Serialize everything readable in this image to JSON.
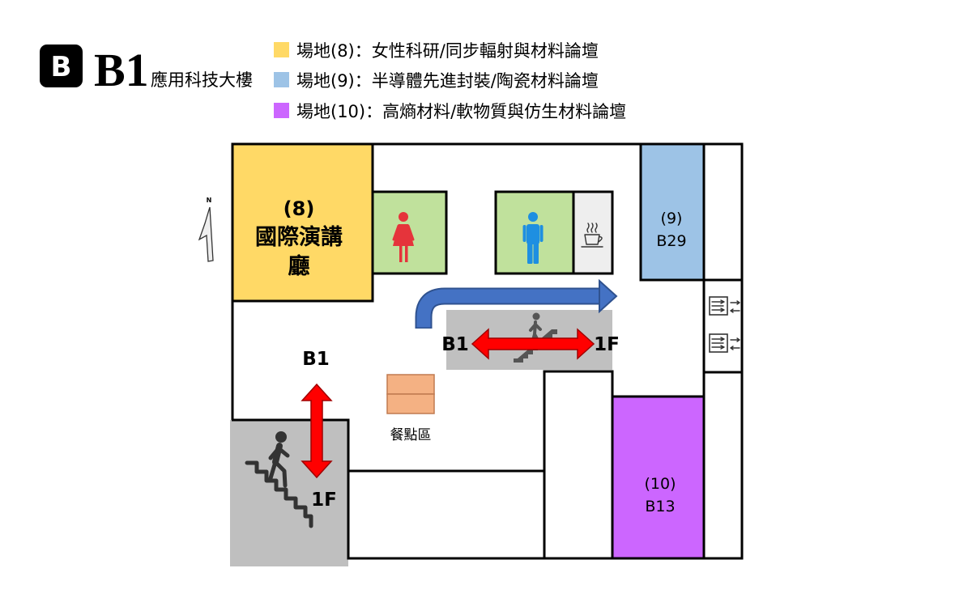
{
  "header": {
    "floor_badge": "B",
    "floor_title": "B1",
    "building_name": "應用科技大樓"
  },
  "legend": [
    {
      "color": "#ffd966",
      "text": "場地(8)：女性科研/同步輻射與材料論壇"
    },
    {
      "color": "#9dc3e6",
      "text": "場地(9)：半導體先進封裝/陶瓷材料論壇"
    },
    {
      "color": "#cc66ff",
      "text": "場地(10)：高熵材料/軟物質與仿生材料論壇"
    }
  ],
  "map": {
    "north_label": "N",
    "room8": {
      "number": "(8)",
      "name_line1": "國際演講",
      "name_line2": "廳",
      "color": "#ffd966"
    },
    "room9": {
      "number": "(9)",
      "code": "B29",
      "color": "#9dc3e6"
    },
    "room10": {
      "number": "(10)",
      "code": "B13",
      "color": "#cc66ff"
    },
    "restroom_color": "#c0e19c",
    "service_room_color": "#eeeeee",
    "escalator": {
      "left_label": "B1",
      "right_label": "1F",
      "color": "#c0c0c0"
    },
    "stairs": {
      "top_label": "B1",
      "bottom_label": "1F",
      "color": "#bfbfbf"
    },
    "food_area": {
      "label": "餐點區",
      "color": "#f4b183"
    },
    "arrow_colors": {
      "direction": "#4472c4",
      "vertical_transport": "#ff0000"
    },
    "icons": [
      "north-arrow-icon",
      "female-restroom-icon",
      "male-restroom-icon",
      "coffee-icon",
      "escalator-icon",
      "stairs-icon",
      "elevator-icon"
    ]
  }
}
